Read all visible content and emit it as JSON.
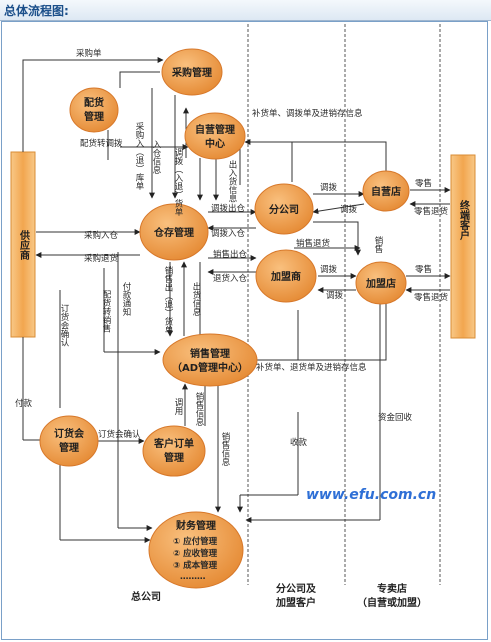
{
  "header": {
    "title": "总体流程图:"
  },
  "colors": {
    "node": "#ee9a4a",
    "node_edge": "#d7782a",
    "bar": "#f2a64f",
    "line": "#333333",
    "frame": "#7aa0c8",
    "watermark": "#2e6fd6"
  },
  "nodes": {
    "purchase": "采购管理",
    "allocation": [
      "配货",
      "管理"
    ],
    "self_run": [
      "自营管理",
      "中心"
    ],
    "warehouse": "仓存管理",
    "branch": "分公司",
    "franchisee": "加盟商",
    "self_store": "自营店",
    "franchise_store": "加盟店",
    "sales": [
      "销售管理",
      "（AD管理中心）"
    ],
    "order_meeting": [
      "订货会",
      "管理"
    ],
    "customer_order": [
      "客户订单",
      "管理"
    ],
    "finance": {
      "title": "财务管理",
      "items": [
        "① 应付管理",
        "② 应收管理",
        "③ 成本管理",
        "………"
      ]
    }
  },
  "sidebars": {
    "supplier": "供应商",
    "end_customer": "终端客户"
  },
  "labels": {
    "purchase_order": "采购单",
    "alloc_transfer": "配货转调拨",
    "purchase_in_return": "采购入（退）库单",
    "in_out_info": "入仓信息",
    "transfer_in_out_order": "调拨（入退）货单",
    "out_info": "出入货信息",
    "purchase_in": "采购入仓",
    "purchase_return": "采购退货",
    "transfer_out": "调拨出仓",
    "transfer_in": "调拨入仓",
    "sales_out": "销售出仓",
    "return_in": "退货入仓",
    "sales_return": "销售退货",
    "transfer": "调拨",
    "retail": "零售",
    "retail_return": "零售退货",
    "sales": "销售",
    "replenish_top": "补货单、调拨单及进销存信息",
    "replenish_bottom": "补货单、退货单及进销存信息",
    "sales_io_order": "销售出（退）货单",
    "payment_notice": "付款通知",
    "alloc_to_sales": "配货转销售",
    "order_confirm_v": "订货会确认",
    "order_confirm_h": "订货会确认",
    "payment": "付款",
    "ship_info": "出货信息",
    "usage": "调用",
    "sales_info_1": "销售信息",
    "sales_info_2": "销售信息",
    "collection": "收款",
    "fund_recovery": "资金回收"
  },
  "footer": {
    "hq": "总公司",
    "branch_customer": [
      "分公司及",
      "加盟客户"
    ],
    "store": [
      "专卖店",
      "（自营或加盟）"
    ]
  },
  "watermark": "www.efu.com.cn"
}
